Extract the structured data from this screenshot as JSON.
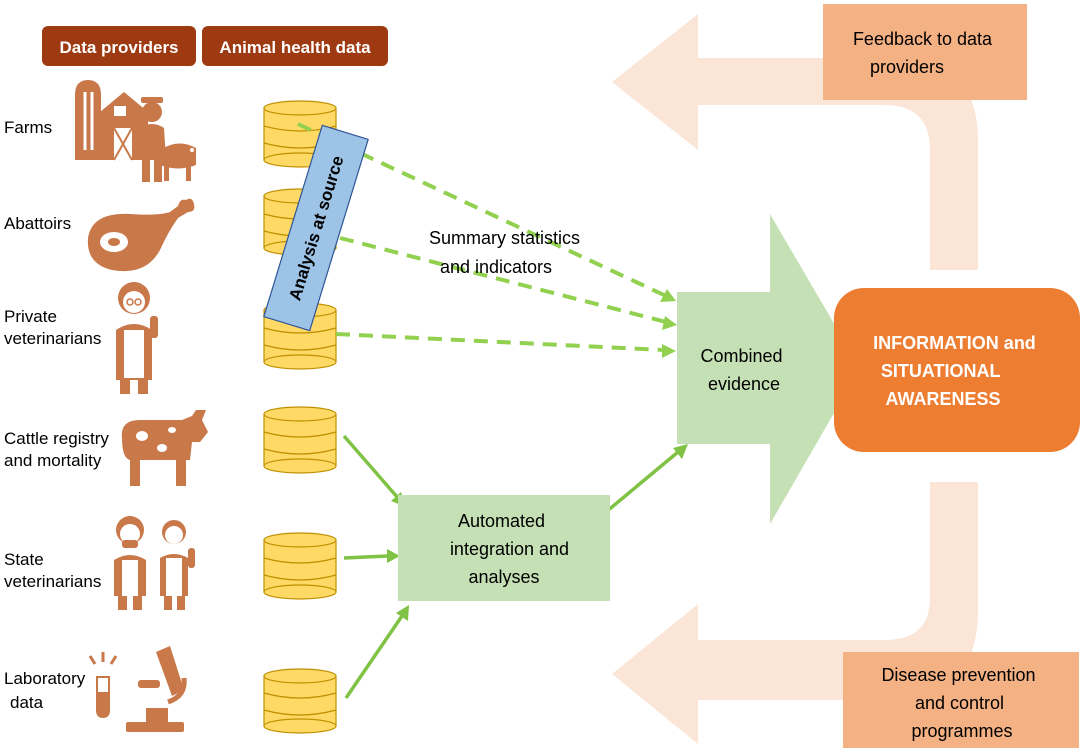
{
  "headers": {
    "data_providers": "Data providers",
    "animal_health_data": "Animal health data"
  },
  "providers": [
    {
      "id": "farms",
      "lines": [
        "Farms"
      ]
    },
    {
      "id": "abattoirs",
      "lines": [
        "Abattoirs"
      ]
    },
    {
      "id": "private-vets",
      "lines": [
        "Private",
        "veterinarians"
      ]
    },
    {
      "id": "cattle",
      "lines": [
        "Cattle registry",
        "and mortality"
      ]
    },
    {
      "id": "state-vets",
      "lines": [
        "State",
        "veterinarians"
      ]
    },
    {
      "id": "lab",
      "lines": [
        "Laboratory",
        "data"
      ]
    }
  ],
  "analysis_at_source": "Analysis at source",
  "summary_stats": [
    "Summary statistics",
    "and indicators"
  ],
  "automated": [
    "Automated",
    "integration and",
    "analyses"
  ],
  "combined": [
    "Combined",
    "evidence"
  ],
  "information": [
    "INFORMATION and",
    "SITUATIONAL",
    "AWARENESS"
  ],
  "feedback": [
    "Feedback to data",
    "providers"
  ],
  "disease": [
    "Disease prevention",
    "and control",
    "programmes"
  ],
  "colors": {
    "header_bg": "#9e3a12",
    "header_text": "#ffffff",
    "icon": "#c9784a",
    "db_fill": "#ffd966",
    "db_stroke": "#bf9000",
    "dashed": "#92d050",
    "arrow": "#7fc244",
    "green_box": "#c5e0b4",
    "analysis_fill": "#9dc3e6",
    "analysis_stroke": "#2f5597",
    "info_fill": "#ed7d31",
    "info_text": "#ffffff",
    "loop": "#fbe5d6",
    "salmon_box": "#f4b183"
  }
}
